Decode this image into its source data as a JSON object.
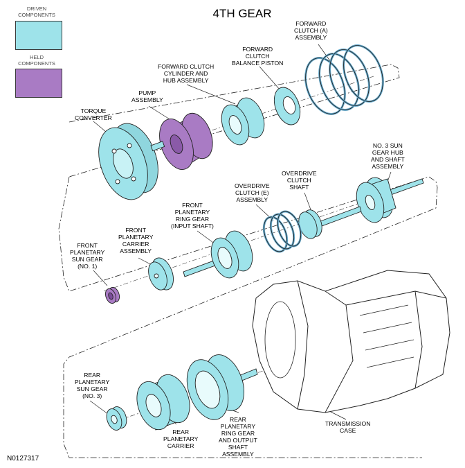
{
  "title": "4TH GEAR",
  "figure_id": "N0127317",
  "legend": {
    "driven_label": "DRIVEN\nCOMPONENTS",
    "held_label": "HELD\nCOMPONENTS",
    "driven_color": "#9ee3ea",
    "held_color": "#a97bc4"
  },
  "labels": {
    "forward_clutch_a": "FORWARD\nCLUTCH (A)\nASSEMBLY",
    "forward_clutch_balance_piston": "FORWARD\nCLUTCH\nBALANCE PISTON",
    "forward_clutch_cylinder": "FORWARD CLUTCH\nCYLINDER AND\nHUB ASSEMBLY",
    "pump_assembly": "PUMP\nASSEMBLY",
    "torque_converter": "TORQUE\nCONVERTER",
    "no3_sun_gear_hub": "NO. 3 SUN\nGEAR HUB\nAND SHAFT\nASSEMBLY",
    "overdrive_clutch_shaft": "OVERDRIVE\nCLUTCH\nSHAFT",
    "overdrive_clutch_e": "OVERDRIVE\nCLUTCH (E)\nASSEMBLY",
    "front_planetary_ring_gear": "FRONT\nPLANETARY\nRING GEAR\n(INPUT SHAFT)",
    "front_planetary_carrier": "FRONT\nPLANETARY\nCARRIER\nASSEMBLY",
    "front_planetary_sun_gear": "FRONT\nPLANETARY\nSUN GEAR\n(NO. 1)",
    "rear_planetary_sun_gear": "REAR\nPLANETARY\nSUN GEAR\n(NO. 3)",
    "rear_planetary_carrier": "REAR\nPLANETARY\nCARRIER",
    "rear_planetary_ring_gear": "REAR\nPLANETARY\nRING GEAR\nAND OUTPUT\nSHAFT\nASSEMBLY",
    "transmission_case": "TRANSMISSION\nCASE"
  }
}
